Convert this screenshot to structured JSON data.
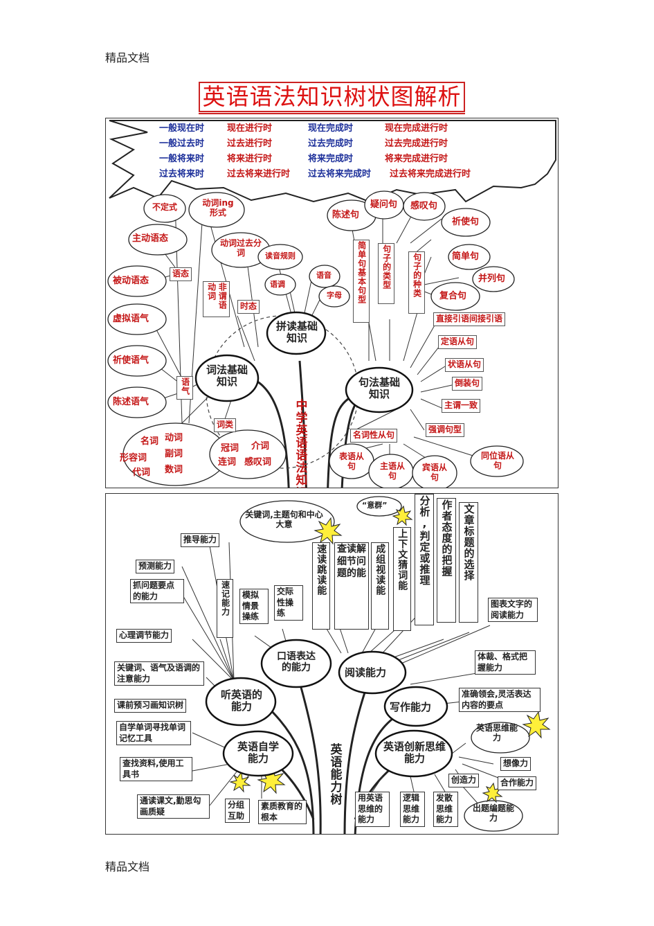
{
  "header": {
    "top": "精品文档",
    "bottom": "精品文档"
  },
  "title": "英语语法知识树状图解析",
  "tenses": {
    "row1": [
      "一般现在时",
      "现在进行时",
      "现在完成时",
      "现在完成进行时"
    ],
    "row2": [
      "一般过去时",
      "过去进行时",
      "过去完成时",
      "过去完成进行时"
    ],
    "row3": [
      "一般将来时",
      "将来进行时",
      "将来完成时",
      "将来完成进行时"
    ],
    "row4": [
      "过去将来时",
      "过去将来进行时",
      "过去将来完成时",
      "过去将来完成进行时"
    ]
  },
  "grammar_tree": {
    "trunk": "中学英语语法知识体系",
    "morphology": "词法基础知识",
    "phonics": "拼读基础知识",
    "syntax": "句法基础知识",
    "voice": "语态",
    "nonfinite": "非谓语动词",
    "tense_box": "时态",
    "mood": "语气",
    "word_class": "词类",
    "infinitive": "不定式",
    "ing_form": "动词ing形式",
    "past_participle": "动词过去分词",
    "active": "主动语态",
    "passive": "被动语态",
    "subjunctive": "虚拟语气",
    "imperative": "祈使语气",
    "indicative": "陈述语气",
    "pron_rules": "读音规则",
    "intonation": "语调",
    "sound": "语音",
    "letters": "字母",
    "cloud_words1": [
      "名词",
      "动词",
      "形容词",
      "副词",
      "代词",
      "数词"
    ],
    "cloud_words2": [
      "冠词",
      "介词",
      "连词",
      "感叹词"
    ],
    "declarative": "陈述句",
    "interrogative": "疑问句",
    "exclamatory": "感叹句",
    "imperative_s": "祈使句",
    "basic_patterns": "简单句基本句型",
    "sentence_kinds": "句子的类型",
    "sentence_types": "句子的种类",
    "simple": "简单句",
    "compound": "并列句",
    "complex": "复合句",
    "speech": "直接引语间接引语",
    "attributive": "定语从句",
    "adverbial": "状语从句",
    "inversion": "倒装句",
    "agreement": "主谓一致",
    "emphasis": "强调句型",
    "nominal": "名词性从句",
    "predicative": "表语从句",
    "subject": "主语从句",
    "object": "宾语从句",
    "appositive": "同位语从句"
  },
  "ability_tree": {
    "trunk": "英语能力树",
    "listening": "听英语的能力",
    "speaking": "口语表达的能力",
    "reading": "阅读能力",
    "writing": "写作能力",
    "self_study": "英语自学能力",
    "creative": "英语创新思维能力",
    "keywords": "关键词,主题句和中心大意",
    "sense_group": "“意群”",
    "inference": "推导能力",
    "predict": "预测能力",
    "key_points": "抓问题要点的能力",
    "shorthand": "速记能力",
    "psych": "心理调节能力",
    "simulate": "模拟情景操练",
    "interact": "交际性操练",
    "skim": "速读跳读能",
    "scan": "查读解细节问题的能",
    "group_read": "成组视读能",
    "context": "上下文猜词能",
    "analyze": "分析,判定或推理",
    "attitude": "作者态度的把握",
    "headline": "文章标题的选择",
    "chart_text": "图表文字的阅读能力",
    "attention": "关键词、语气及语调的注意能力",
    "preview": "课前预习画知识树",
    "genre": "体裁、格式把握能力",
    "accurate": "准确领会,灵活表达内容的要点",
    "word_tools": "自学单词寻找单词记忆工具",
    "thinking": "英语思维能力",
    "reference": "查找资料,使用工具书",
    "imagination": "想像力",
    "creativity": "创造力",
    "cooperation": "合作能力",
    "recite": "通读课文,勤思勾画质疑",
    "group_help": "分组互助",
    "quality": "素质教育的根本",
    "think_en": "用英语思维的能力",
    "logic": "逻辑思维能力",
    "divergent": "发散思维能力",
    "question": "出题编题能力"
  },
  "colors": {
    "title": "#d11",
    "tense_blue": "#1c2f9a",
    "tense_red": "#c41616",
    "ink": "#222"
  }
}
